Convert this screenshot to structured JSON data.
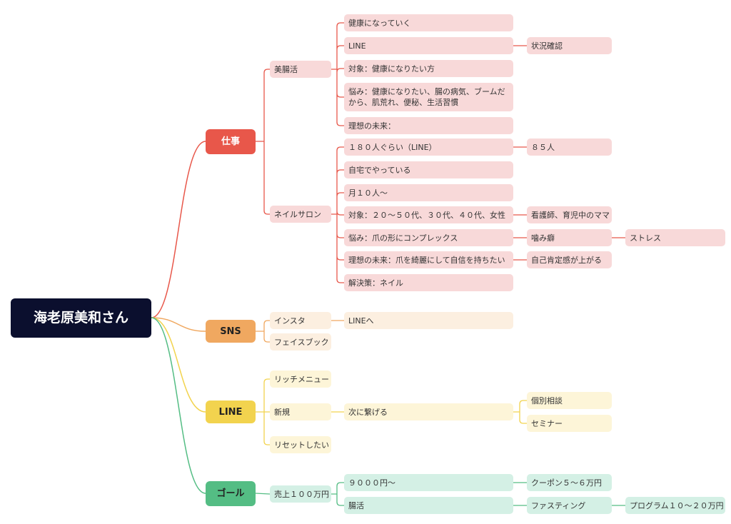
{
  "root": {
    "label": "海老原美和さん"
  },
  "branches": [
    {
      "key": "work",
      "label": "仕事",
      "color": "#e8574a"
    },
    {
      "key": "sns",
      "label": "SNS",
      "color": "#f0a860"
    },
    {
      "key": "line",
      "label": "LINE",
      "color": "#f2d34e"
    },
    {
      "key": "goal",
      "label": "ゴール",
      "color": "#54bd84"
    }
  ],
  "work": {
    "biyokatsu": {
      "label": "美腸活",
      "items": [
        {
          "label": "健康になっていく"
        },
        {
          "label": "LINE",
          "child": "状況確認"
        },
        {
          "label": "対象：健康になりたい方"
        },
        {
          "label": "悩み：健康になりたい、腸の病気、ブームだから、肌荒れ、便秘、生活習慣"
        },
        {
          "label": "理想の未来："
        }
      ]
    },
    "nail": {
      "label": "ネイルサロン",
      "items": [
        {
          "label": "１８０人ぐらい（LINE）",
          "child": "８５人"
        },
        {
          "label": "自宅でやっている"
        },
        {
          "label": "月１０人〜"
        },
        {
          "label": "対象：２０〜５０代、３０代、４０代、女性",
          "child": "看護師、育児中のママ"
        },
        {
          "label": "悩み：爪の形にコンプレックス",
          "child": "噛み癖",
          "grandchild": "ストレス"
        },
        {
          "label": "理想の未来：爪を綺麗にして自信を持ちたい",
          "child": "自己肯定感が上がる"
        },
        {
          "label": "解決策：ネイル"
        }
      ]
    }
  },
  "sns": {
    "items": [
      {
        "label": "インスタ",
        "child": "LINEへ"
      },
      {
        "label": "フェイスブック"
      }
    ]
  },
  "line": {
    "items": [
      {
        "label": "リッチメニュー"
      },
      {
        "label": "新規",
        "child": "次に繋げる",
        "grandchildren": [
          "個別相談",
          "セミナー"
        ]
      },
      {
        "label": "リセットしたい"
      }
    ]
  },
  "goal": {
    "label": "売上１００万円",
    "items": [
      {
        "label": "９０００円〜",
        "child": "クーポン５〜６万円"
      },
      {
        "label": "腸活",
        "child": "ファスティング",
        "grandchild": "プログラム１０〜２０万円"
      }
    ]
  }
}
